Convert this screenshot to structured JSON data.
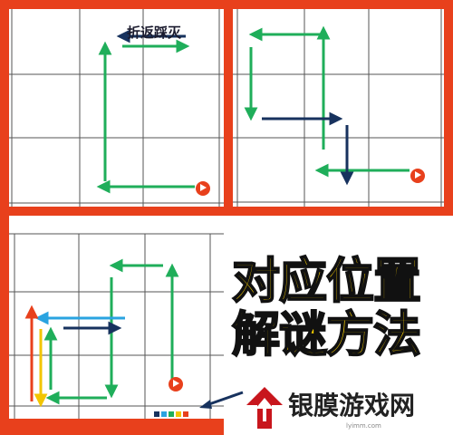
{
  "panel1": {
    "label": "折返踩灭"
  },
  "caption": {
    "line1": "对应位置",
    "line2": "解谜方法"
  },
  "brand": {
    "name": "银膜游戏网",
    "url": "lyimm.com"
  },
  "colors": {
    "background": "#e8401c",
    "green": "#1fae5a",
    "navy": "#17325e",
    "blue": "#2aa3e0",
    "red": "#e8401c",
    "yellow": "#f2c500",
    "text_yellow": "#ffd400"
  },
  "icons": [
    "start-marker-icon",
    "arrow-icon",
    "brand-logo-icon"
  ]
}
